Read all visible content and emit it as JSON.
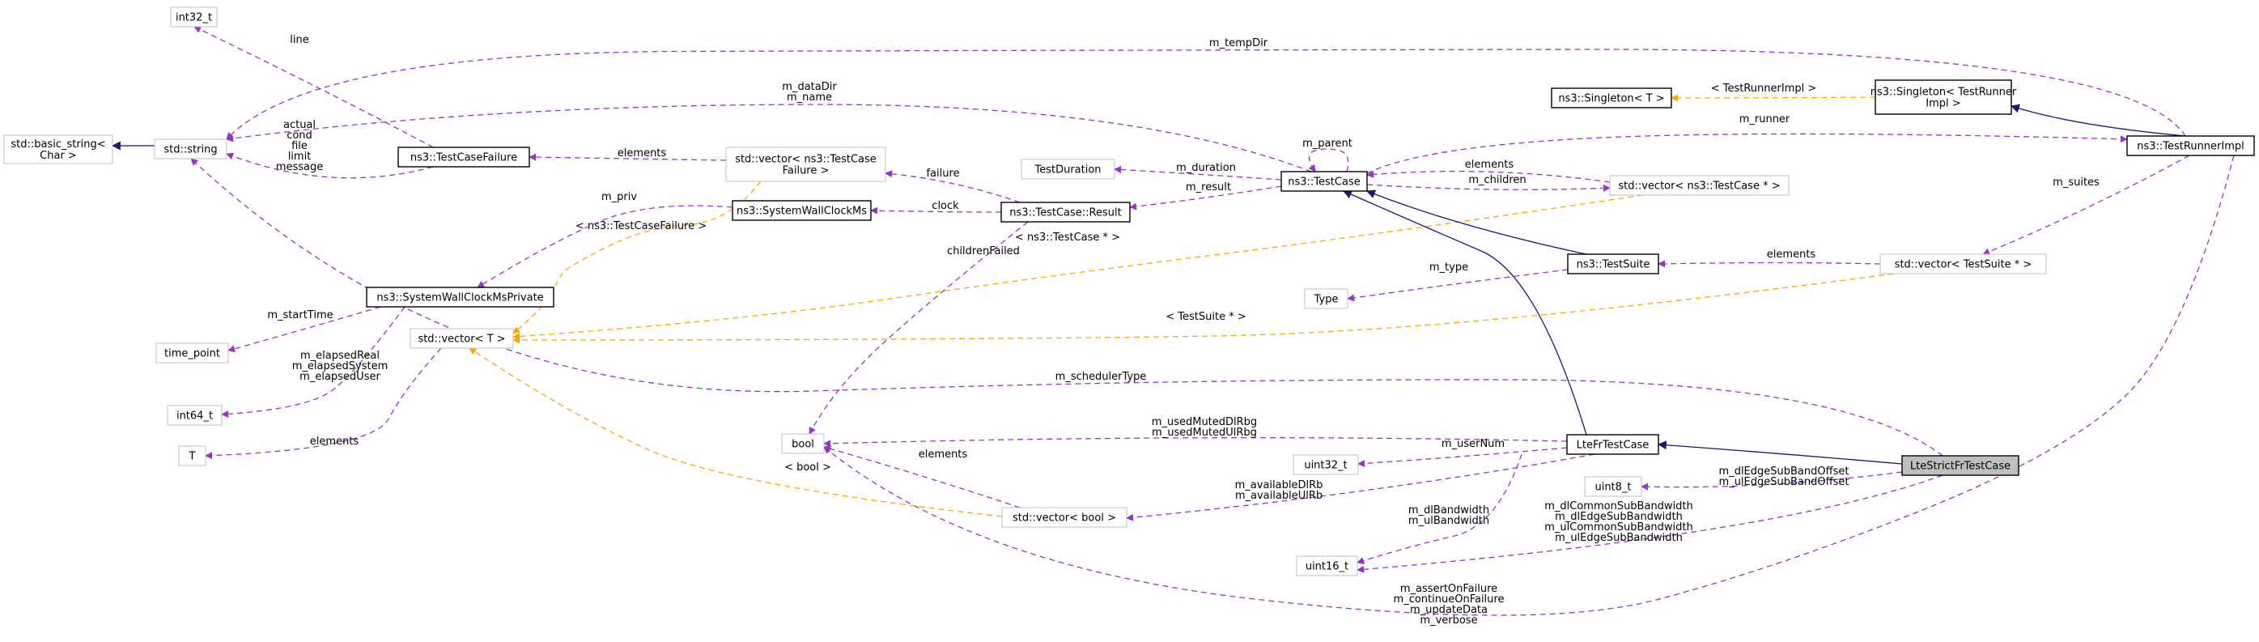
{
  "colors": {
    "usage": "#9a32cd",
    "template": "#ffa500",
    "inherit": "#191970"
  },
  "nodes": [
    {
      "id": "int32_t",
      "label": "int32_t",
      "style": "gray"
    },
    {
      "id": "basic_string",
      "label": "std::basic_string<\nChar >",
      "style": "gray"
    },
    {
      "id": "string",
      "label": "std::string",
      "style": "gray"
    },
    {
      "id": "testcasefailure",
      "label": "ns3::TestCaseFailure",
      "style": "black"
    },
    {
      "id": "vec_tcf",
      "label": "std::vector< ns3::TestCase\nFailure >",
      "style": "gray"
    },
    {
      "id": "swcm",
      "label": "ns3::SystemWallClockMs",
      "style": "black"
    },
    {
      "id": "swcmp",
      "label": "ns3::SystemWallClockMsPrivate",
      "style": "black"
    },
    {
      "id": "time_point",
      "label": "time_point",
      "style": "gray"
    },
    {
      "id": "int64_t",
      "label": "int64_t",
      "style": "gray"
    },
    {
      "id": "T",
      "label": "T",
      "style": "gray"
    },
    {
      "id": "vector_T",
      "label": "std::vector< T >",
      "style": "gray"
    },
    {
      "id": "testduration",
      "label": "TestDuration",
      "style": "gray"
    },
    {
      "id": "result",
      "label": "ns3::TestCase::Result",
      "style": "black"
    },
    {
      "id": "testcase",
      "label": "ns3::TestCase",
      "style": "black"
    },
    {
      "id": "vec_tc",
      "label": "std::vector< ns3::TestCase * >",
      "style": "gray"
    },
    {
      "id": "singleton_t",
      "label": "ns3::Singleton< T >",
      "style": "black"
    },
    {
      "id": "singleton_tri",
      "label": "ns3::Singleton< TestRunner\nImpl >",
      "style": "black"
    },
    {
      "id": "testrunnerimpl",
      "label": "ns3::TestRunnerImpl",
      "style": "black"
    },
    {
      "id": "testsuite",
      "label": "ns3::TestSuite",
      "style": "black"
    },
    {
      "id": "vec_ts",
      "label": "std::vector< TestSuite * >",
      "style": "gray"
    },
    {
      "id": "type",
      "label": "Type",
      "style": "gray"
    },
    {
      "id": "bool",
      "label": "bool",
      "style": "gray"
    },
    {
      "id": "ltefrtestcase",
      "label": "LteFrTestCase",
      "style": "black"
    },
    {
      "id": "uint32_t",
      "label": "uint32_t",
      "style": "gray"
    },
    {
      "id": "vec_bool",
      "label": "std::vector< bool >",
      "style": "gray"
    },
    {
      "id": "uint8_t",
      "label": "uint8_t",
      "style": "gray"
    },
    {
      "id": "uint16_t",
      "label": "uint16_t",
      "style": "gray"
    },
    {
      "id": "ltestrict",
      "label": "LteStrictFrTestCase",
      "style": "focus"
    }
  ],
  "edges": [
    {
      "from": "string",
      "to": "basic_string",
      "kind": "inherit",
      "label": ""
    },
    {
      "from": "testcasefailure",
      "to": "int32_t",
      "kind": "usage",
      "label": "line"
    },
    {
      "from": "testcasefailure",
      "to": "string",
      "kind": "usage",
      "label": "actual\ncond\nfile\nlimit\nmessage"
    },
    {
      "from": "testcase",
      "to": "string",
      "kind": "usage",
      "label": "m_dataDir\nm_name"
    },
    {
      "from": "testrunnerimpl",
      "to": "string",
      "kind": "usage",
      "label": "m_tempDir"
    },
    {
      "from": "ltestrict",
      "to": "string",
      "kind": "usage",
      "label": "m_schedulerType"
    },
    {
      "from": "vec_tcf",
      "to": "testcasefailure",
      "kind": "usage",
      "label": "elements"
    },
    {
      "from": "vec_tcf",
      "to": "vector_T",
      "kind": "template",
      "label": "< ns3::TestCaseFailure >"
    },
    {
      "from": "swcm",
      "to": "swcmp",
      "kind": "usage",
      "label": "m_priv"
    },
    {
      "from": "swcmp",
      "to": "time_point",
      "kind": "usage",
      "label": "m_startTime"
    },
    {
      "from": "swcmp",
      "to": "int64_t",
      "kind": "usage",
      "label": "m_elapsedReal\nm_elapsedSystem\nm_elapsedUser"
    },
    {
      "from": "vector_T",
      "to": "T",
      "kind": "usage",
      "label": "elements"
    },
    {
      "from": "result",
      "to": "vec_tcf",
      "kind": "usage",
      "label": "failure"
    },
    {
      "from": "result",
      "to": "swcm",
      "kind": "usage",
      "label": "clock"
    },
    {
      "from": "result",
      "to": "bool",
      "kind": "usage",
      "label": "childrenFailed"
    },
    {
      "from": "testcase",
      "to": "testduration",
      "kind": "usage",
      "label": "m_duration"
    },
    {
      "from": "testcase",
      "to": "result",
      "kind": "usage",
      "label": "m_result"
    },
    {
      "from": "testcase",
      "to": "testcase",
      "kind": "usage",
      "label": "m_parent"
    },
    {
      "from": "testcase",
      "to": "vec_tc",
      "kind": "usage",
      "label": "m_children"
    },
    {
      "from": "vec_tc",
      "to": "testcase",
      "kind": "usage",
      "label": "elements"
    },
    {
      "from": "vec_tc",
      "to": "vector_T",
      "kind": "template",
      "label": "< ns3::TestCase * >"
    },
    {
      "from": "singleton_tri",
      "to": "singleton_t",
      "kind": "template",
      "label": "< TestRunnerImpl >"
    },
    {
      "from": "testrunnerimpl",
      "to": "singleton_tri",
      "kind": "inherit",
      "label": ""
    },
    {
      "from": "testcase",
      "to": "testrunnerimpl",
      "kind": "usage",
      "label": "m_runner"
    },
    {
      "from": "testrunnerimpl",
      "to": "vec_ts",
      "kind": "usage",
      "label": "m_suites"
    },
    {
      "from": "testrunnerimpl",
      "to": "bool",
      "kind": "usage",
      "label": "m_assertOnFailure\nm_continueOnFailure\nm_updateData\nm_verbose"
    },
    {
      "from": "testsuite",
      "to": "testcase",
      "kind": "inherit",
      "label": ""
    },
    {
      "from": "testsuite",
      "to": "type",
      "kind": "usage",
      "label": "m_type"
    },
    {
      "from": "vec_ts",
      "to": "testsuite",
      "kind": "usage",
      "label": "elements"
    },
    {
      "from": "vec_ts",
      "to": "vector_T",
      "kind": "template",
      "label": "< TestSuite * >"
    },
    {
      "from": "ltefrtestcase",
      "to": "testcase",
      "kind": "inherit",
      "label": ""
    },
    {
      "from": "ltefrtestcase",
      "to": "bool",
      "kind": "usage",
      "label": "m_usedMutedDlRbg\nm_usedMutedUlRbg"
    },
    {
      "from": "ltefrtestcase",
      "to": "uint32_t",
      "kind": "usage",
      "label": "m_userNum"
    },
    {
      "from": "ltefrtestcase",
      "to": "vec_bool",
      "kind": "usage",
      "label": "m_availableDlRb\nm_availableUlRb"
    },
    {
      "from": "ltefrtestcase",
      "to": "uint16_t",
      "kind": "usage",
      "label": "m_dlBandwidth\nm_ulBandwidth"
    },
    {
      "from": "vec_bool",
      "to": "bool",
      "kind": "usage",
      "label": "elements"
    },
    {
      "from": "vec_bool",
      "to": "vector_T",
      "kind": "template",
      "label": "< bool >"
    },
    {
      "from": "ltestrict",
      "to": "ltefrtestcase",
      "kind": "inherit",
      "label": ""
    },
    {
      "from": "ltestrict",
      "to": "uint8_t",
      "kind": "usage",
      "label": "m_dlEdgeSubBandOffset\nm_ulEdgeSubBandOffset"
    },
    {
      "from": "ltestrict",
      "to": "uint16_t",
      "kind": "usage",
      "label": "m_dlCommonSubBandwidth\nm_dlEdgeSubBandwidth\nm_ulCommonSubBandwidth\nm_ulEdgeSubBandwidth"
    }
  ]
}
